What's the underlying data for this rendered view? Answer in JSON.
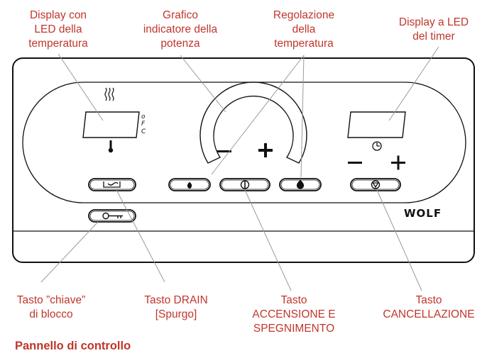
{
  "callouts": {
    "temp_display": [
      "Display con",
      "LED della",
      "temperatura"
    ],
    "power_graph": [
      "Grafico",
      "indicatore della",
      "potenza"
    ],
    "temp_adjust": [
      "Regolazione",
      "della",
      "temperatura"
    ],
    "timer_display": [
      "Display a LED",
      "del timer"
    ],
    "lock_key": [
      "Tasto ”chiave”",
      "di blocco"
    ],
    "drain_key": [
      "Tasto DRAIN",
      "[Spurgo]"
    ],
    "power_key": [
      "Tasto",
      "ACCENSIONE E",
      "SPEGNIMENTO"
    ],
    "cancel_key": [
      "Tasto",
      "CANCELLAZIONE"
    ]
  },
  "panel": {
    "brand": "WOLF",
    "unit_labels": [
      "o",
      "F",
      "C"
    ],
    "minus_sign": "–",
    "plus_sign": "+"
  },
  "caption": "Pannello di controllo",
  "colors": {
    "label": "#c0362b",
    "line": "#111111",
    "leader": "#9a9a9a"
  }
}
